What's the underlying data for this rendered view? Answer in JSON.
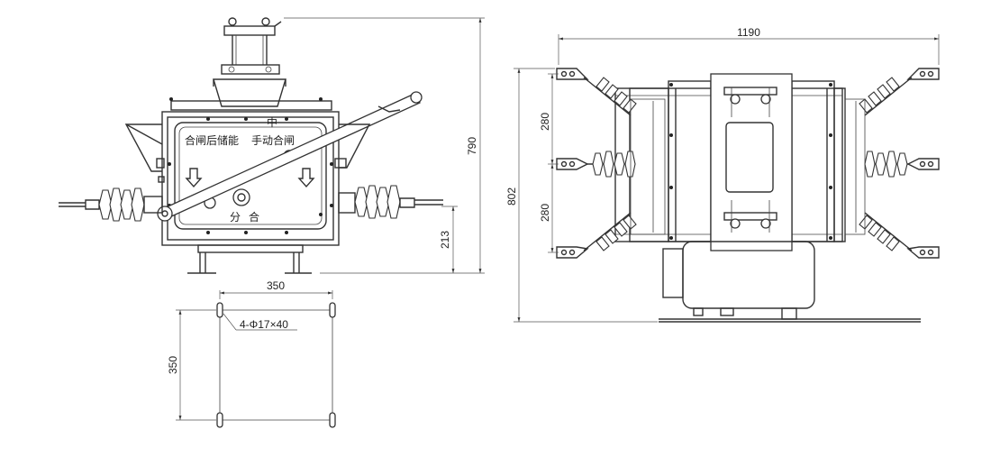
{
  "front_view": {
    "panel_label_left": "合闸后储能",
    "panel_label_right": "手动合闸",
    "top_mark": "中",
    "bottom_label_open": "分",
    "bottom_label_close": "合",
    "height_total": "790",
    "height_base": "213"
  },
  "mounting_plan": {
    "width": "350",
    "height": "350",
    "hole_note": "4-Φ17×40"
  },
  "side_view": {
    "width_total": "1190",
    "height_total": "802",
    "pitch_upper": "280",
    "pitch_lower": "280"
  }
}
